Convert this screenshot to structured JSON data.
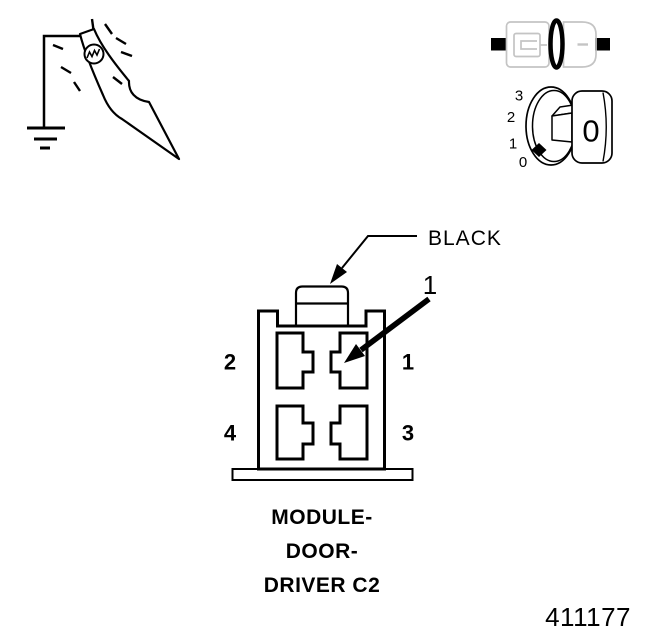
{
  "figure": {
    "number": "411177"
  },
  "colors": {
    "line": "#000000",
    "faint_gray": "#c4c4c4",
    "background": "#ffffff"
  },
  "icons": {
    "test_light": {
      "name": "grounded-test-light-icon"
    },
    "disconnect_connector": {
      "name": "disconnect-connector-icon"
    },
    "ignition_switch": {
      "name": "ignition-switch-position-icon",
      "dial_positions": [
        "3",
        "2",
        "1",
        "0"
      ],
      "selected_position": "0",
      "knob_label": "0"
    }
  },
  "connector": {
    "wire_color_callout": "BLACK",
    "terminal_callout": "1",
    "pin_labels": {
      "top_left": "2",
      "top_right": "1",
      "bottom_left": "4",
      "bottom_right": "3"
    },
    "caption_lines": [
      "MODULE-",
      "DOOR-",
      "DRIVER C2"
    ]
  }
}
